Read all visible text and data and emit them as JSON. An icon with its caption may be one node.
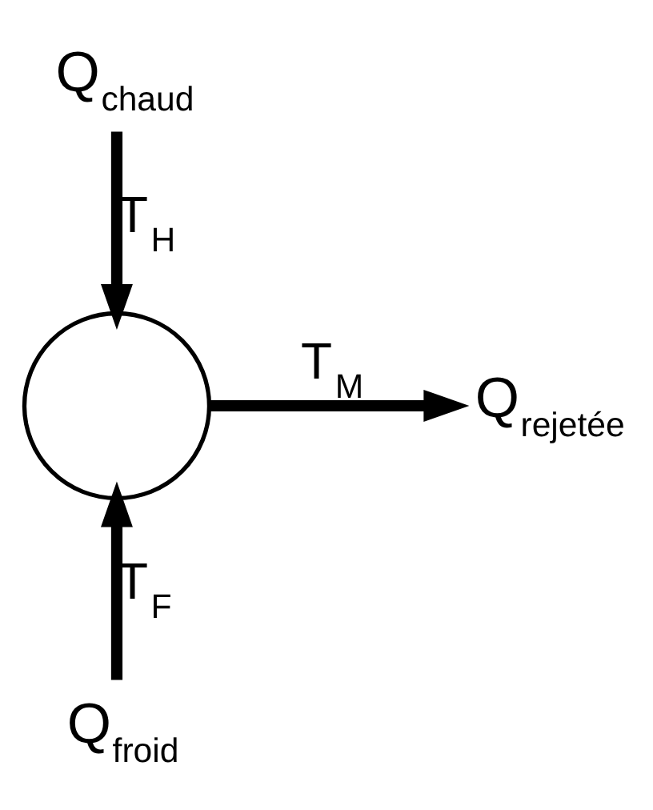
{
  "diagram": {
    "nodes": [
      {
        "text": [
          "Q$_{chaud}$"
        ]
      },
      {
        "text": [],
        "shape": "circle"
      },
      {
        "text": [
          "Q$_{rejetée}$"
        ]
      },
      {
        "text": [
          "Q$_{froid}$"
        ]
      }
    ],
    "edges": [
      {
        "from": 0,
        "to": 1,
        "arrow": "to",
        "label": "T$_{H}$"
      },
      {
        "from": 1,
        "to": 2,
        "arrow": "to",
        "label": "T$_{M}$"
      },
      {
        "from": 3,
        "to": 1,
        "arrow": "to",
        "label": "T$_{F}$"
      }
    ]
  }
}
